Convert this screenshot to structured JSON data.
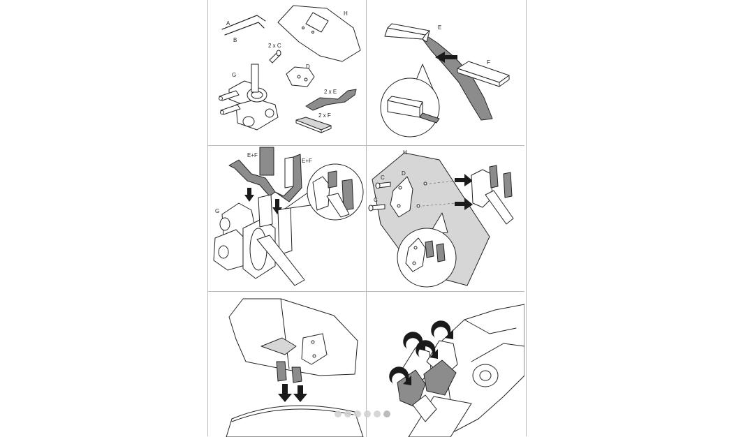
{
  "step1": {
    "label_a": "A",
    "label_b": "B",
    "label_c": "2 x C",
    "label_d": "D",
    "label_e": "2 x E",
    "label_f": "2 x F",
    "label_g": "G",
    "label_h": "H"
  },
  "step2": {
    "label_e": "E",
    "label_f": "F"
  },
  "step3": {
    "label_ef_left": "E+F",
    "label_ef_right": "E+F",
    "label_g": "G"
  },
  "step4": {
    "label_h": "H",
    "label_d": "D",
    "label_c_top": "C",
    "label_c_bottom": "C"
  },
  "carousel": {
    "slide_count": 6,
    "active_index": 5
  }
}
